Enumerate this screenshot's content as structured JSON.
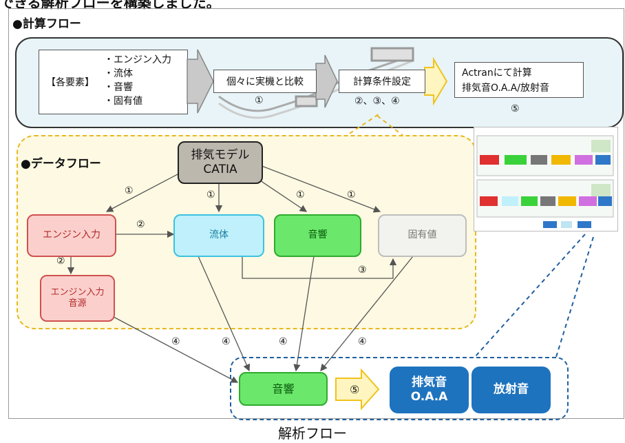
{
  "header": {
    "cut_text": "できる解析フローを構築しました。"
  },
  "calc_flow": {
    "title": "●計算フロー",
    "elements_label": "【各要素】",
    "elements": [
      "・エンジン入力",
      "・流体",
      "・音響",
      "・固有値"
    ],
    "step1_label": "個々に実機と比較",
    "step1_num": "①",
    "step2_label": "計算条件設定",
    "step2_num": "②、③、④",
    "step3_line1": "Actranにて計算",
    "step3_line2": "排気音O.A.A/放射音",
    "step3_num": "⑤"
  },
  "data_flow": {
    "title": "●データフロー",
    "model": "排気モデル\nCATIA",
    "engine_input": "エンジン入力",
    "fluid": "流体",
    "acoustic": "音響",
    "eigen": "固有値",
    "engine_source": "エンジン入力\n音源",
    "labels": {
      "n1": "①",
      "n2": "②",
      "n3": "③",
      "n4": "④"
    }
  },
  "output": {
    "acoustic": "音響",
    "step": "⑤",
    "exhaust": "排気音\nO.A.A",
    "radiation": "放射音"
  },
  "caption": "解析フロー",
  "colors": {
    "calc_bg": "#e8f4f8",
    "data_bg": "#fdf9e2",
    "data_border": "#e8b820",
    "model_fill": "#bdb8ae",
    "engine_fill": "#fbd0cc",
    "engine_border": "#d05050",
    "fluid_fill": "#bff0fb",
    "fluid_border": "#3cc2e0",
    "acoustic_fill": "#6be86b",
    "acoustic_border": "#2eaa2e",
    "eigen_fill": "#f2f2ee",
    "eigen_border": "#bdbdbd",
    "output_blue": "#1e73be",
    "dash_blue": "#1f5f9f",
    "yellow_arrow": "#fff5c0",
    "yellow_arrow_border": "#f1c21b"
  }
}
